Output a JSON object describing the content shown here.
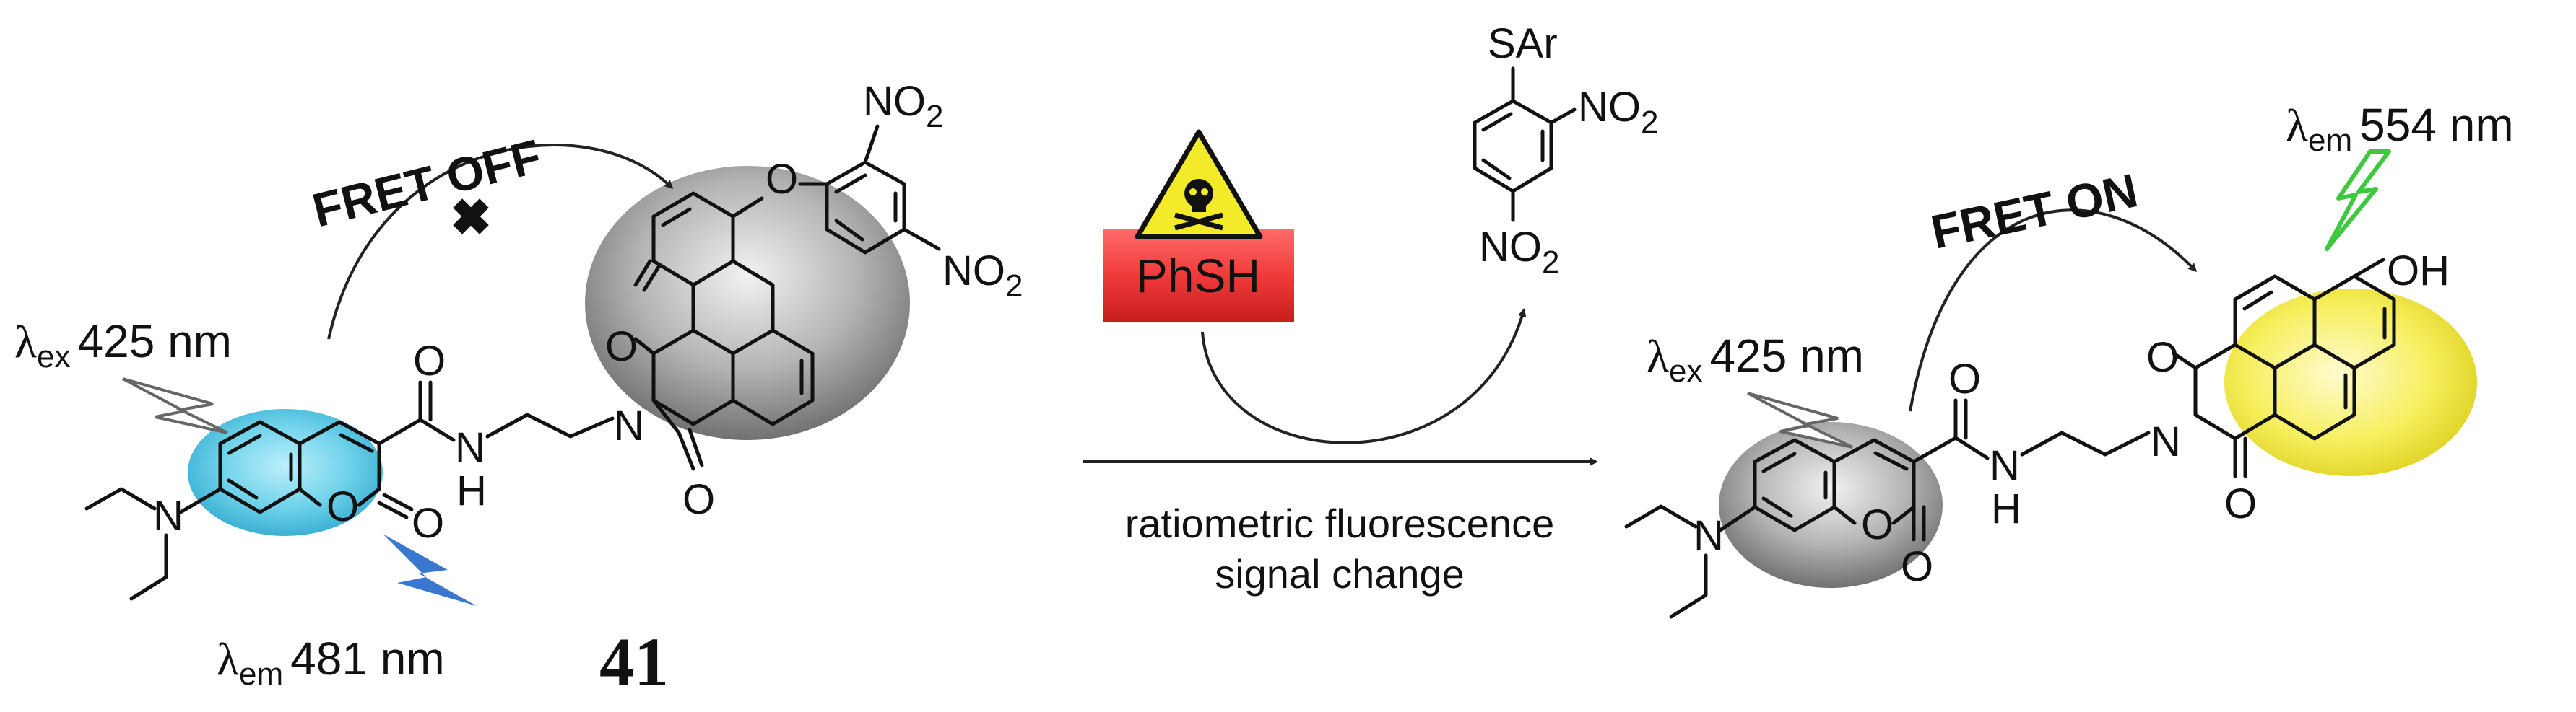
{
  "fret_off": "FRET OFF",
  "fret_on": "FRET ON",
  "fret_on_color": "#e8322a",
  "lambda": "λ",
  "ex_left": {
    "sub": "ex",
    "value": "425 nm"
  },
  "em_left": {
    "sub": "em",
    "value": "481 nm"
  },
  "ex_right": {
    "sub": "ex",
    "value": "425 nm"
  },
  "em_right": {
    "sub": "em",
    "value": "554 nm"
  },
  "compound_number": "41",
  "reagent": "PhSH",
  "reagent_color": "#f03a3a",
  "arrow_caption_line1": "ratiometric fluorescence",
  "arrow_caption_line2": "signal change",
  "atoms": {
    "O": "O",
    "N": "N",
    "H": "H",
    "OH": "OH",
    "NO": "NO",
    "two": "2",
    "SAr": "SAr"
  },
  "colors": {
    "coumarin_donor": "#58c8e4",
    "naphthalimide_acceptor": "#f4ee50",
    "quenched_gray": "#8c8c8c",
    "emission_blue": "#3a78d0",
    "emission_green": "#3ec83e"
  }
}
